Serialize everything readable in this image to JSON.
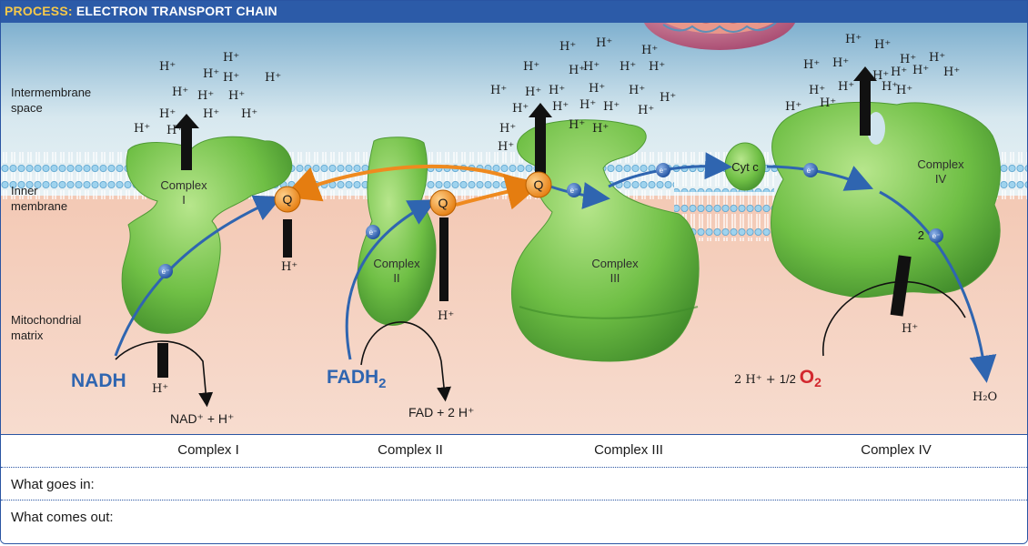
{
  "header": {
    "title_lead": "PROCESS:",
    "title_rest": "ELECTRON TRANSPORT CHAIN"
  },
  "colors": {
    "header_bg": "#2c5ba8",
    "header_lead": "#f6c94a",
    "intermembrane_space": "#c7dbe6",
    "matrix": "#f2c5b1",
    "protein_green": "#7cc24f",
    "electron_blue": "#2f65b0",
    "ubiquinone_orange": "#ef8a1f",
    "oxygen_red": "#d2282f"
  },
  "regions": {
    "intermembrane": "Intermembrane\nspace",
    "inner_membrane": "Inner\nmembrane",
    "matrix": "Mitochondrial\nmatrix"
  },
  "complexes": {
    "c1": "Complex\nI",
    "c2": "Complex\nII",
    "c3": "Complex\nIII",
    "c4": "Complex\nIV"
  },
  "carriers": {
    "q": "Q",
    "cyt_c": "Cyt c",
    "electron": "e⁻"
  },
  "molecules": {
    "nadh": "NADH",
    "fadh2": "FADH",
    "fadh2_sub": "2",
    "nad_out": "NAD⁺ + H⁺",
    "fad_out": "FAD + 2 H⁺",
    "oxygen_prefix": "2 H⁺ + ",
    "oxygen_half": "1/2",
    "oxygen": "O",
    "oxygen_sub": "2",
    "water": "H₂O",
    "two_e": "2",
    "h_plus": "H⁺"
  },
  "table": {
    "columns": [
      "Complex I",
      "Complex II",
      "Complex III",
      "Complex IV"
    ],
    "rows": [
      "What goes in:",
      "What comes out:"
    ]
  }
}
